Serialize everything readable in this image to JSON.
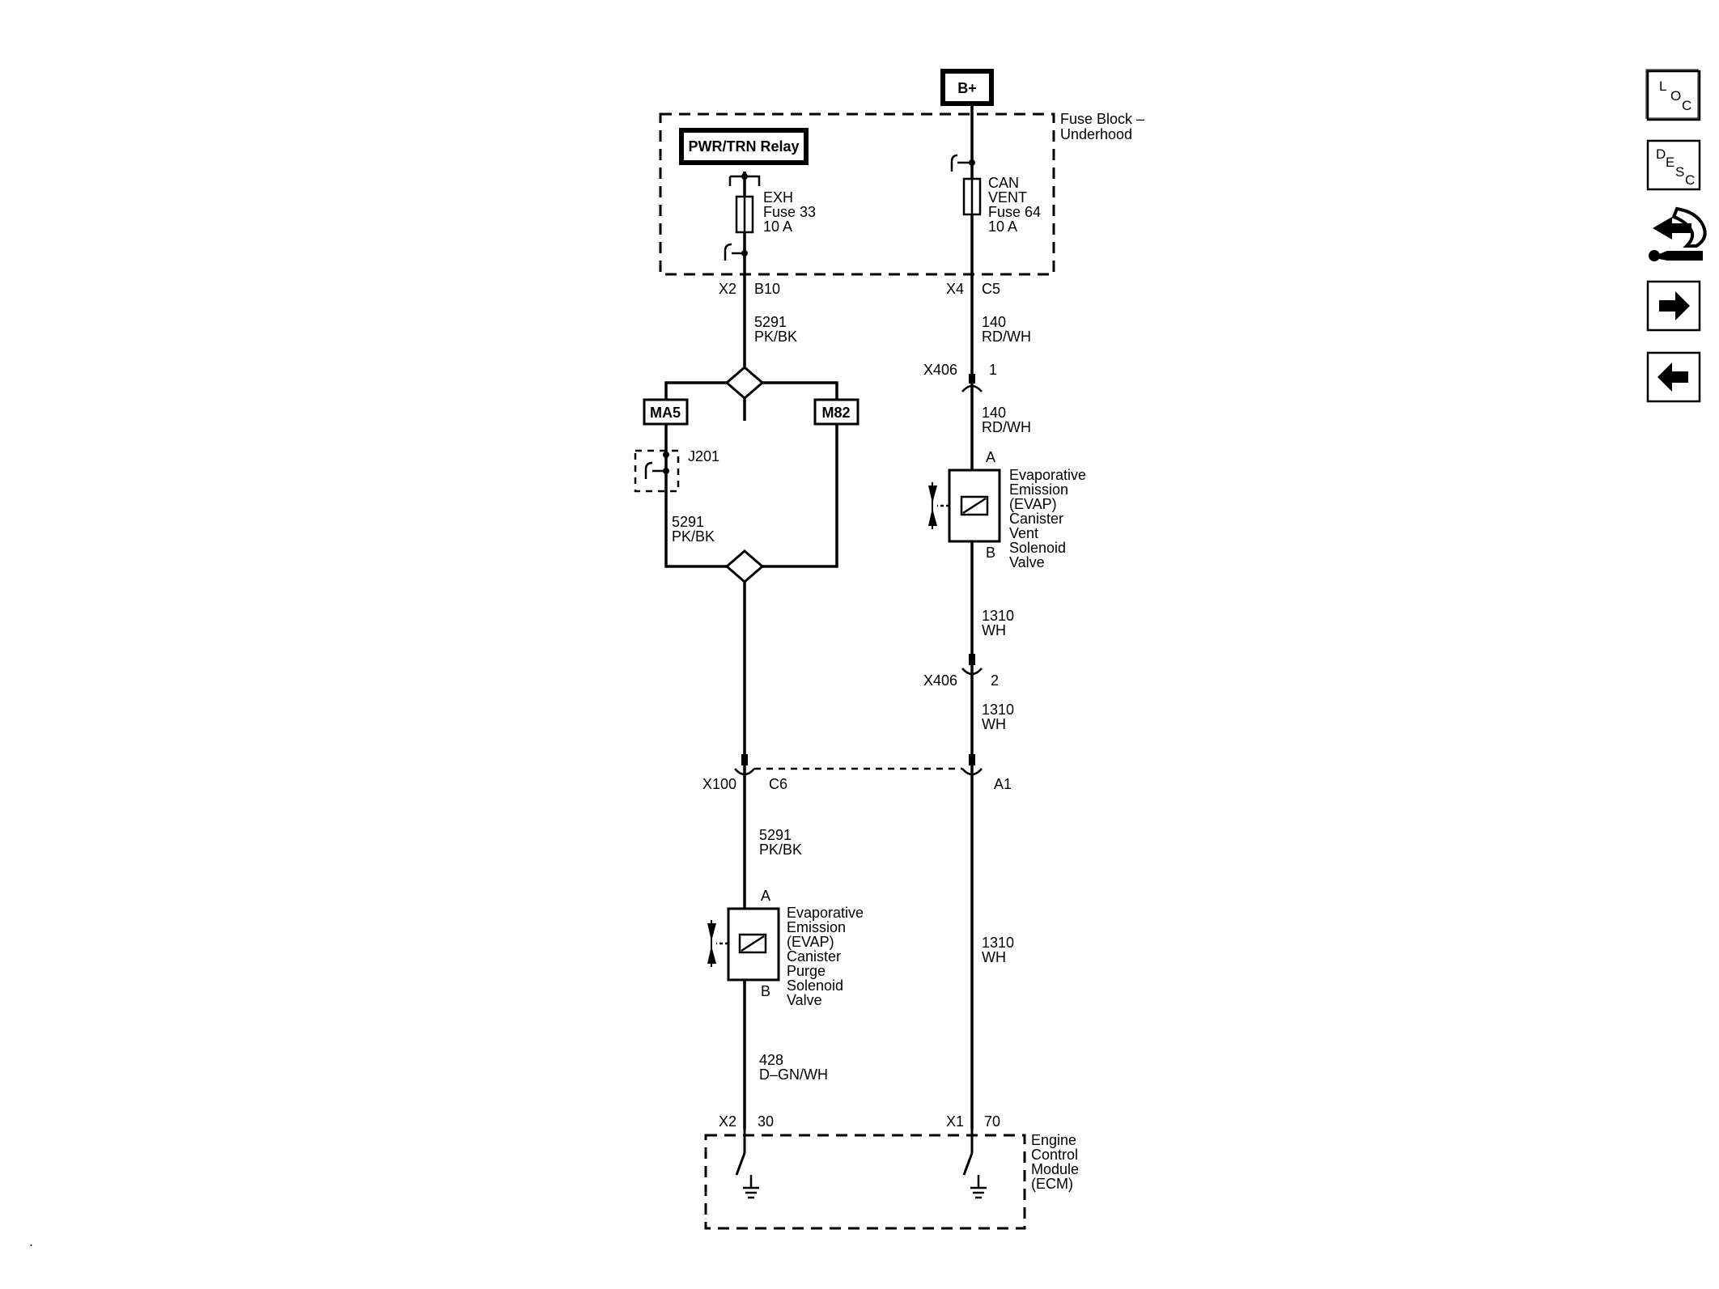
{
  "power": {
    "label": "B+"
  },
  "fuse_block": {
    "name_line1": "Fuse Block –",
    "name_line2": "Underhood"
  },
  "relay": {
    "label": "PWR/TRN Relay"
  },
  "fuse_exh": {
    "line1": "EXH",
    "line2": "Fuse 33",
    "line3": "10 A"
  },
  "fuse_can": {
    "line1": "CAN",
    "line2": "VENT",
    "line3": "Fuse 64",
    "line4": "10 A"
  },
  "connectors": {
    "x2_left": "X2",
    "b10": "B10",
    "x4": "X4",
    "c5": "C5",
    "x406_a": "X406",
    "x406_pin1": "1",
    "x406_b": "X406",
    "x406_pin2": "2",
    "x100": "X100",
    "c6": "C6",
    "a1": "A1",
    "x2_ecm": "X2",
    "pin30": "30",
    "x1_ecm": "X1",
    "pin70": "70"
  },
  "wires": {
    "w5291_top": {
      "circuit": "5291",
      "color": "PK/BK"
    },
    "w140_top": {
      "circuit": "140",
      "color": "RD/WH"
    },
    "w140_mid": {
      "circuit": "140",
      "color": "RD/WH"
    },
    "w5291_loop": {
      "circuit": "5291",
      "color": "PK/BK"
    },
    "w1310_a": {
      "circuit": "1310",
      "color": "WH"
    },
    "w1310_b": {
      "circuit": "1310",
      "color": "WH"
    },
    "w5291_bot": {
      "circuit": "5291",
      "color": "PK/BK"
    },
    "w1310_c": {
      "circuit": "1310",
      "color": "WH"
    },
    "w428": {
      "circuit": "428",
      "color": "D–GN/WH"
    }
  },
  "splices": {
    "ma5": "MA5",
    "m82": "M82",
    "j201": "J201"
  },
  "vent_valve": {
    "pin_a": "A",
    "pin_b": "B",
    "lines": [
      "Evaporative",
      "Emission",
      "(EVAP)",
      "Canister",
      "Vent",
      "Solenoid",
      "Valve"
    ]
  },
  "purge_valve": {
    "pin_a": "A",
    "pin_b": "B",
    "lines": [
      "Evaporative",
      "Emission",
      "(EVAP)",
      "Canister",
      "Purge",
      "Solenoid",
      "Valve"
    ]
  },
  "ecm": {
    "lines": [
      "Engine",
      "Control",
      "Module",
      "(ECM)"
    ]
  },
  "nav": {
    "loc": {
      "big": "L",
      "mid": "O",
      "small": "C"
    },
    "desc": {
      "big": "D",
      "mid": "E",
      "m2": "S",
      "small": "C"
    }
  },
  "misc": {
    "dot": "."
  }
}
